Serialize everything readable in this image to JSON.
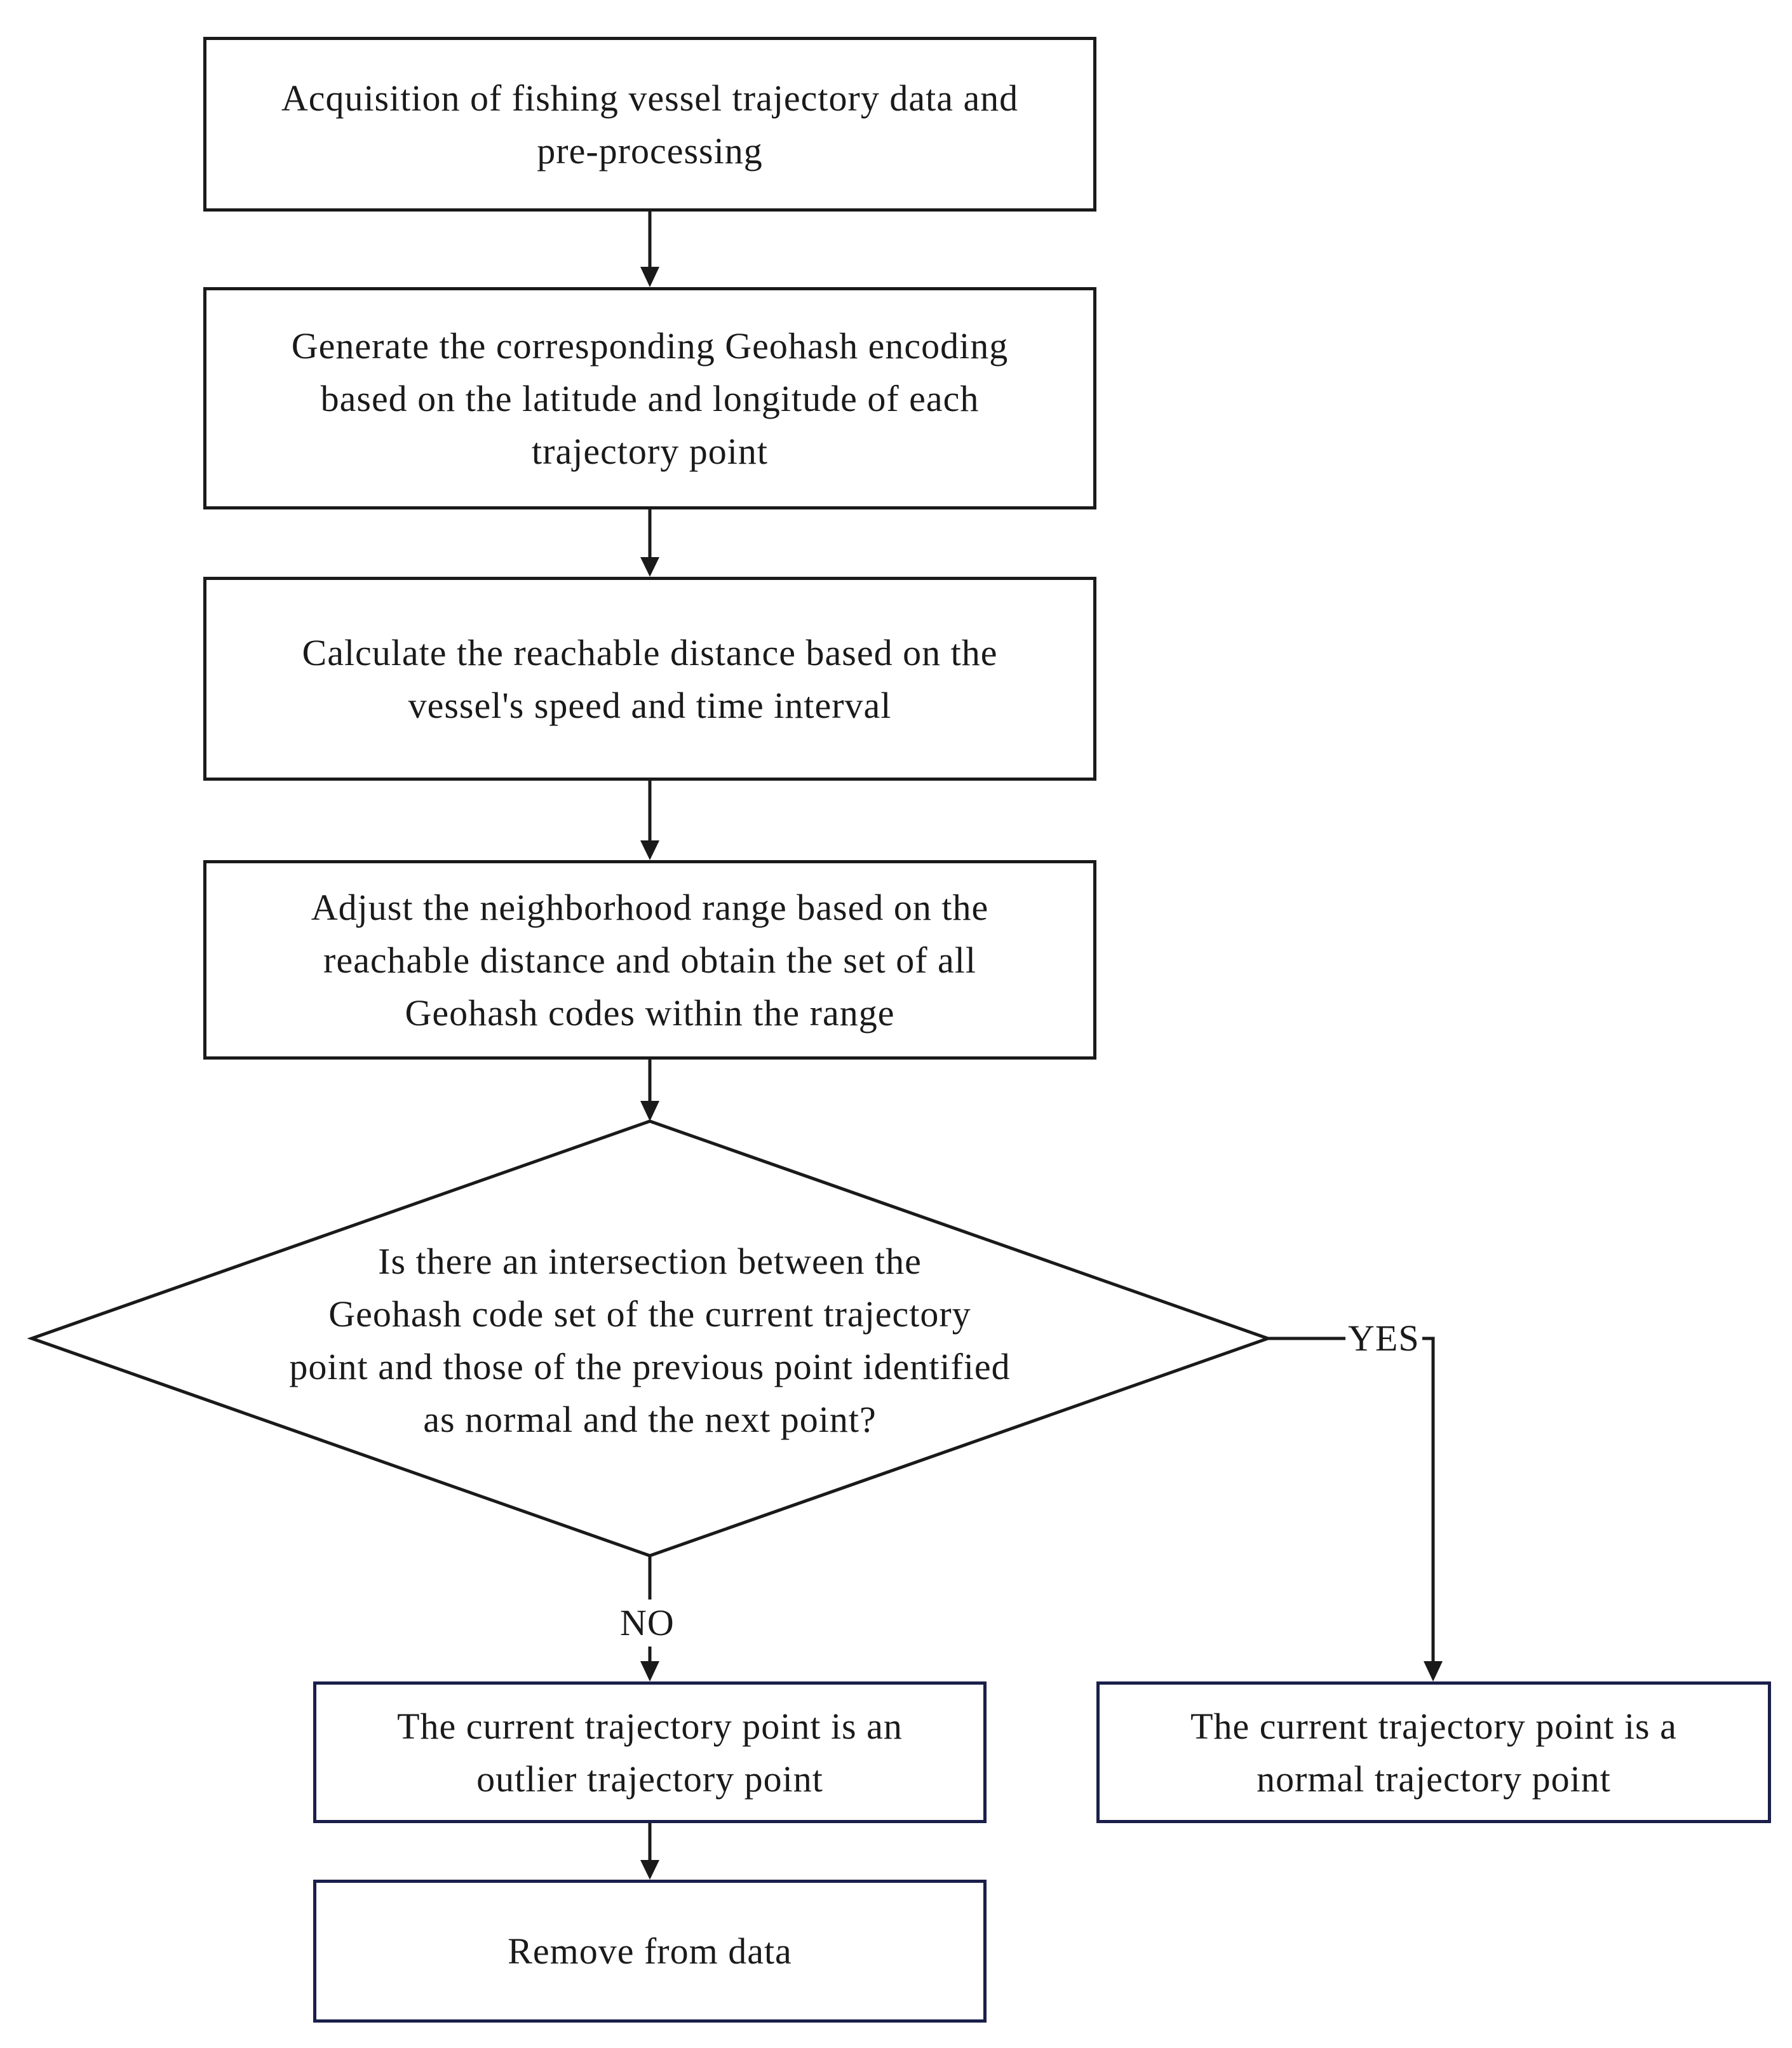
{
  "colors": {
    "line": "#1a1a1a",
    "navy_border": "#1b1f4a",
    "background": "#ffffff"
  },
  "steps": {
    "acquisition": "Acquisition of fishing vessel trajectory data and\npre-processing",
    "geohash": "Generate the corresponding Geohash encoding\nbased on the latitude and longitude of each\ntrajectory point",
    "reachable": "Calculate the reachable distance based on the\nvessel's speed and time interval",
    "neighborhood": "Adjust the neighborhood range based on the\nreachable distance and obtain the set of all\nGeohash codes within the range"
  },
  "decision": {
    "question": "Is there an intersection between the\nGeohash code set of the current trajectory\npoint and those of the previous point identified\nas normal and the next point?",
    "yes_label": "YES",
    "no_label": "NO"
  },
  "outcomes": {
    "outlier": "The current trajectory point is an\noutlier trajectory point",
    "normal": "The current trajectory point is a\nnormal trajectory point",
    "remove": "Remove from data"
  }
}
